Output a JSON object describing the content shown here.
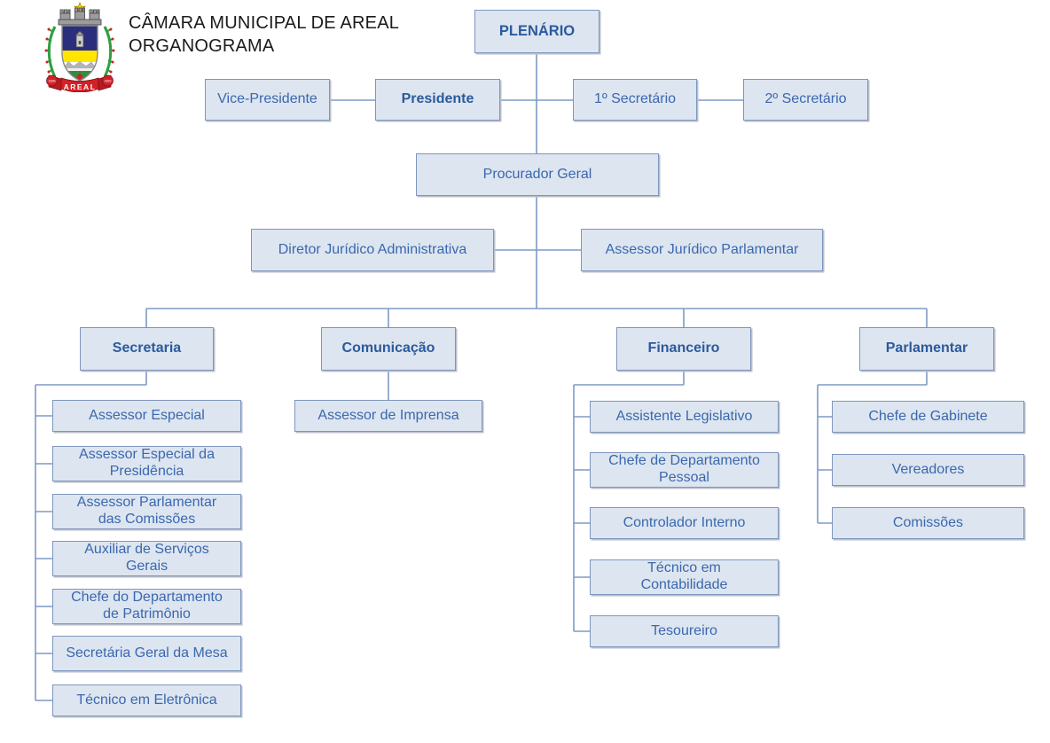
{
  "header": {
    "title_line1": "CÂMARA MUNICIPAL DE AREAL",
    "title_line2": "ORGANOGRAMA",
    "logo": {
      "ribbon_text": "AREAL",
      "year_left": "1896",
      "year_right": "1893"
    }
  },
  "colors": {
    "box_fill": "#dde5f0",
    "box_border": "#7e96bd",
    "text_blue": "#3a68ae",
    "bold_blue": "#2c5a9c",
    "connector": "#7f9ac6",
    "ribbon_red": "#d32127",
    "shield_navy": "#2b2d7d",
    "shield_yellow": "#ffe600",
    "shield_green": "#2f8f3c"
  },
  "nodes": {
    "plenario": "PLENÁRIO",
    "vice_presidente": "Vice-Presidente",
    "presidente": "Presidente",
    "secretario1": "1º Secretário",
    "secretario2": "2º Secretário",
    "procurador": "Procurador Geral",
    "diretor_juridico": "Diretor Jurídico Administrativa",
    "assessor_juridico": "Assessor Jurídico Parlamentar",
    "branches": {
      "secretaria": {
        "label": "Secretaria",
        "children": [
          "Assessor Especial",
          "Assessor Especial da Presidência",
          "Assessor Parlamentar das Comissões",
          "Auxiliar de Serviços Gerais",
          "Chefe do Departamento de Patrimônio",
          "Secretária Geral da Mesa",
          "Técnico em Eletrônica"
        ]
      },
      "comunicacao": {
        "label": "Comunicação",
        "children": [
          "Assessor de Imprensa"
        ]
      },
      "financeiro": {
        "label": "Financeiro",
        "children": [
          "Assistente Legislativo",
          "Chefe de Departamento Pessoal",
          "Controlador Interno",
          "Técnico em Contabilidade",
          "Tesoureiro"
        ]
      },
      "parlamentar": {
        "label": "Parlamentar",
        "children": [
          "Chefe de Gabinete",
          "Vereadores",
          "Comissões"
        ]
      }
    }
  }
}
